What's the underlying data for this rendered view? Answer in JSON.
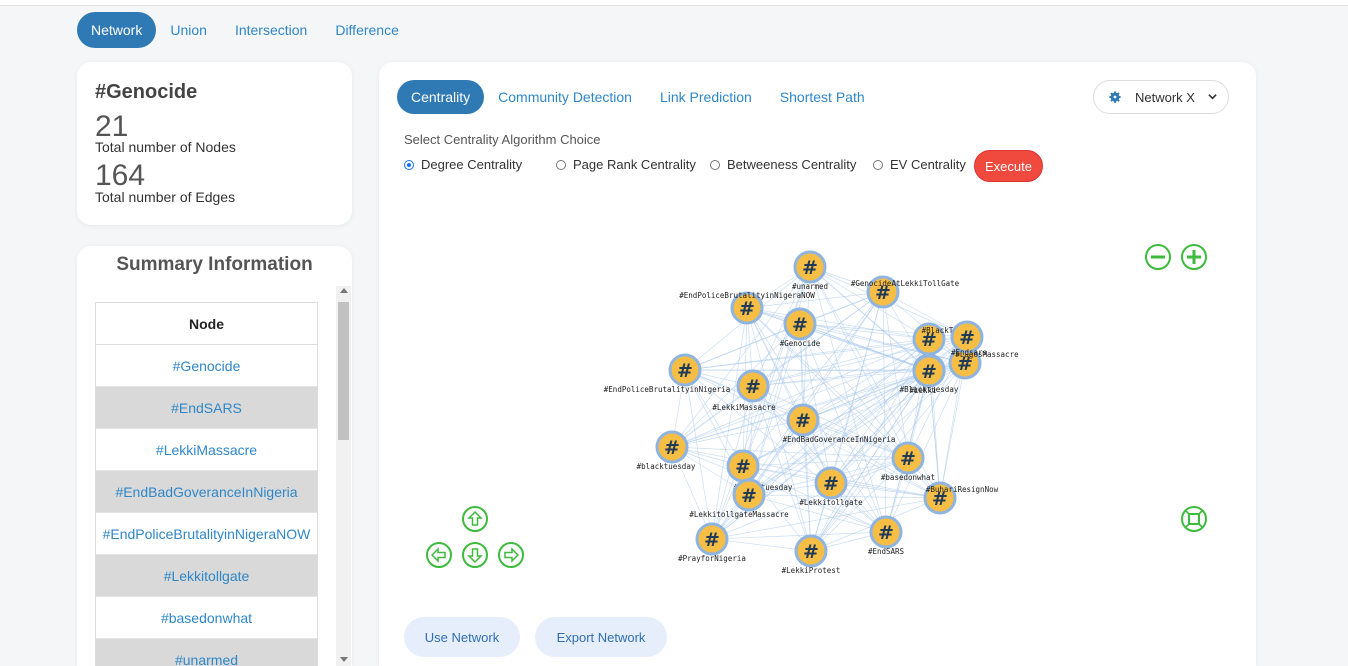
{
  "top_tabs": [
    "Network",
    "Union",
    "Intersection",
    "Difference"
  ],
  "stats": {
    "title": "#Genocide",
    "nodes_count": "21",
    "nodes_label": "Total number of Nodes",
    "edges_count": "164",
    "edges_label": "Total number of Edges"
  },
  "summary": {
    "title": "Summary Information",
    "column_header": "Node",
    "rows": [
      "#Genocide",
      "#EndSARS",
      "#LekkiMassacre",
      "#EndBadGoveranceInNigeria",
      "#EndPoliceBrutalityinNigeraNOW",
      "#Lekkitollgate",
      "#basedonwhat",
      "#unarmed"
    ]
  },
  "main": {
    "subtabs": [
      "Centrality",
      "Community Detection",
      "Link Prediction",
      "Shortest Path"
    ],
    "network_select": "Network X",
    "algo_label": "Select Centrality Algorithm Choice",
    "radios": [
      "Degree Centrality",
      "Page Rank Centrality",
      "Betweeness Centrality",
      "EV Centrality"
    ],
    "selected_radio": "Degree Centrality",
    "execute_label": "Execute",
    "use_network_label": "Use Network",
    "export_network_label": "Export Network"
  },
  "graph_nodes": [
    "#unarmed",
    "#GenocideAtLekkiTollGate",
    "#EndPoliceBrutalityinNigeraNOW",
    "#Genocide",
    "#BlackTuesday",
    "#EndPoliceBrutalityinNigeria",
    "#LekkiMassacre",
    "#Blacktuesday",
    "#LagosMassacre",
    "#EndBadGoveranceInNigeria",
    "#blacktuesday",
    "#basedonwhat",
    "#Blacktuesday",
    "#Lekkitollgate",
    "#BuhariResignNow",
    "#LekkitollgateMassacre",
    "#PrayforNigeria",
    "#EndSARS",
    "#LekkiProtest",
    "#Lekki",
    "#Endsars"
  ],
  "colors": {
    "accent": "#2f7ab5",
    "link": "#2f87c8",
    "execute": "#f04a3e",
    "node_fill": "#f7be45",
    "node_ring": "#8fb4e0",
    "control_green": "#3dbb3d"
  }
}
